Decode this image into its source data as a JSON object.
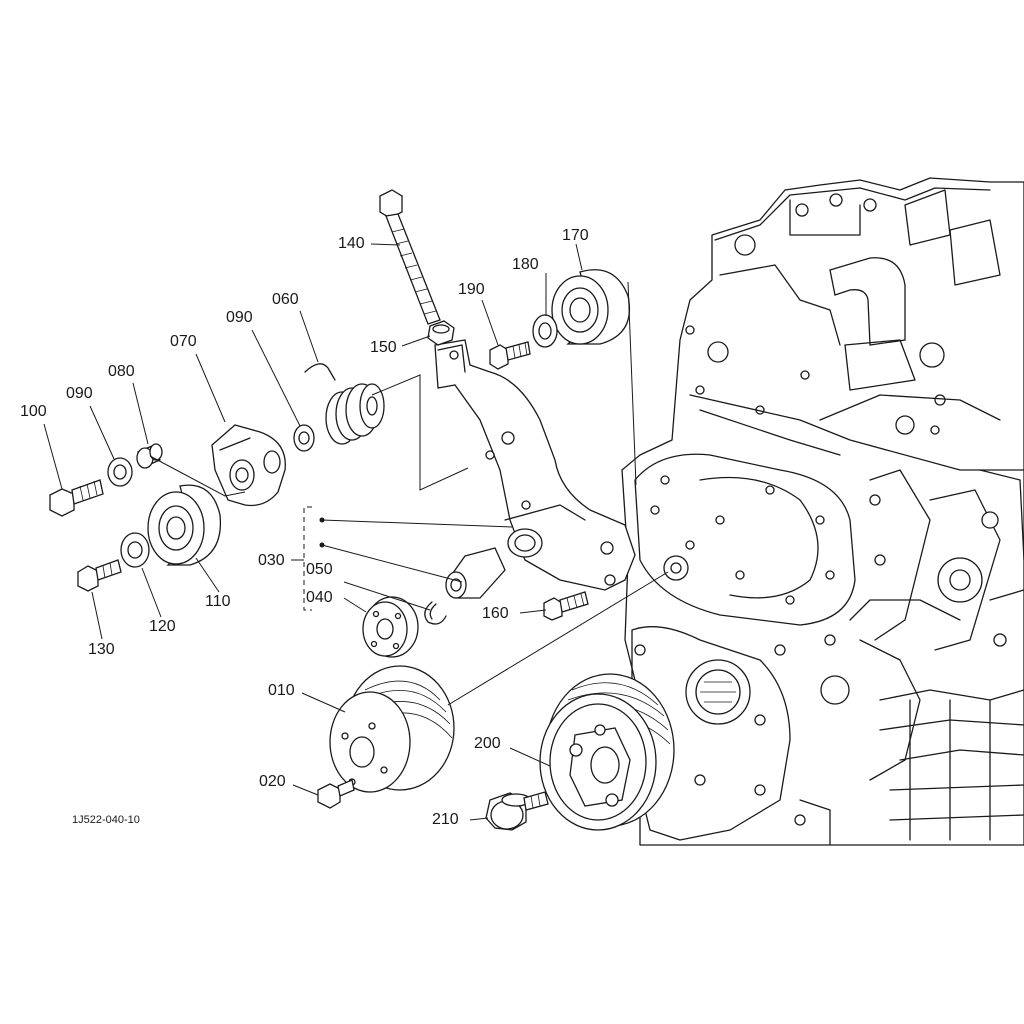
{
  "figure_id": "1J522-040-10",
  "callouts": {
    "p010": "010",
    "p020": "020",
    "p030": "030",
    "p040": "040",
    "p050": "050",
    "p060": "060",
    "p070": "070",
    "p080": "080",
    "p090a": "090",
    "p090b": "090",
    "p100": "100",
    "p110": "110",
    "p120": "120",
    "p130": "130",
    "p140": "140",
    "p150": "150",
    "p160": "160",
    "p170": "170",
    "p180": "180",
    "p190": "190",
    "p200": "200",
    "p210": "210"
  }
}
